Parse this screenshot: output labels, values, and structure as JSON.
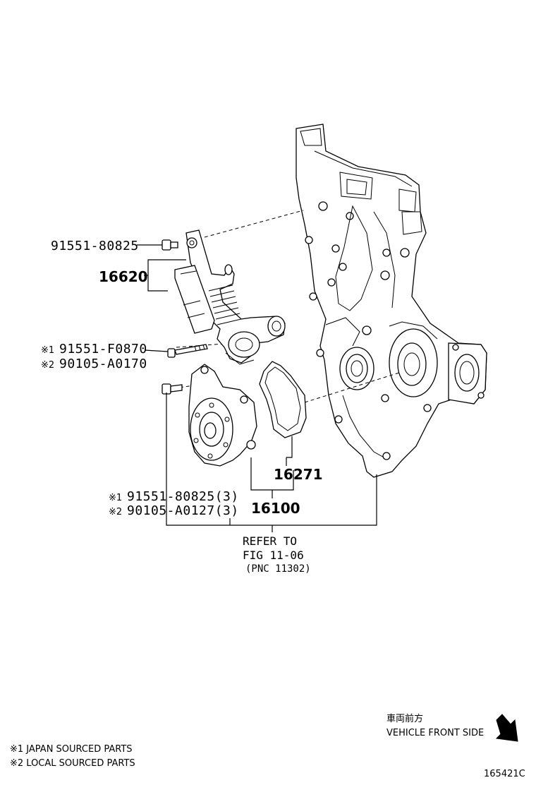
{
  "callouts": {
    "bolt_top": "91551-80825",
    "tensioner": "16620",
    "bolt_japan_mark": "※1",
    "bolt_japan": "91551-F0870",
    "bolt_local_mark": "※2",
    "bolt_local": "90105-A0170",
    "gasket": "16271",
    "pump_bolt_japan_mark": "※1",
    "pump_bolt_japan": "91551-80825(3)",
    "pump_bolt_local_mark": "※2",
    "pump_bolt_local": "90105-A0127(3)",
    "water_pump": "16100"
  },
  "reference": {
    "line1": "REFER TO",
    "line2": "FIG 11-06",
    "line3": "(PNC 11302)"
  },
  "direction": {
    "jp": "車両前方",
    "en": "VEHICLE FRONT SIDE"
  },
  "legend": {
    "japan": "※1 JAPAN SOURCED PARTS",
    "local": "※2 LOCAL SOURCED PARTS"
  },
  "figure_id": "165421C"
}
